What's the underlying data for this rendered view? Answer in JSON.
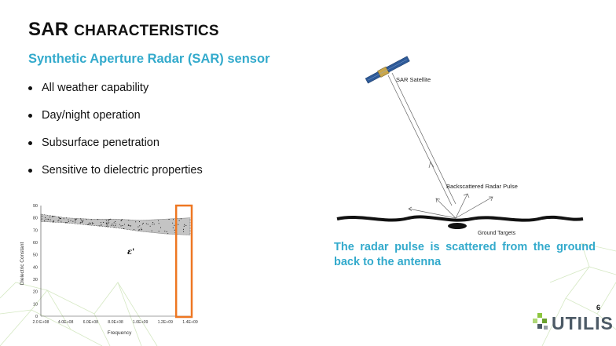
{
  "slide": {
    "title_big": "SAR",
    "title_small": "CHARACTERISTICS",
    "subtitle": "Synthetic Aperture Radar (SAR) sensor",
    "bullets": [
      {
        "label": "All weather capability"
      },
      {
        "label": "Day/night operation"
      },
      {
        "label": "Subsurface penetration"
      },
      {
        "label": "Sensitive to dielectric properties"
      }
    ],
    "caption": "The radar pulse is scattered from the ground back to the antenna",
    "page_number": "6",
    "logo": {
      "text": "UTILIS",
      "icon": "utilis-cross-icon"
    },
    "colors": {
      "accent": "#33aacc",
      "highlight": "#ee7722",
      "logo_green": "#8dc63f",
      "logo_text": "#4c5a66"
    }
  },
  "diagram": {
    "satellite_label": "SAR Satellite",
    "pulse_label": "Backscattered Radar Pulse",
    "targets_label": "Ground Targets"
  },
  "chart_data": {
    "type": "scatter",
    "xlabel": "Frequency",
    "ylabel": "Dielectric Constant",
    "annotation": "ε'",
    "xlim": [
      200000000,
      1400000000
    ],
    "ylim": [
      0,
      90
    ],
    "xticks": [
      200000000,
      400000000,
      600000000,
      800000000,
      1000000000,
      1200000000,
      1400000000
    ],
    "xtick_labels": [
      "2.0 E+08",
      "4.0E+08",
      "6.0E+08",
      "8.0E+08",
      "1.0E+09",
      "1.2E+09",
      "1.4E+09"
    ],
    "yticks": [
      0,
      10,
      20,
      30,
      40,
      50,
      60,
      70,
      80,
      90
    ],
    "ytick_labels": [
      "0",
      "10",
      "20",
      "30",
      "40",
      "50",
      "60",
      "70",
      "80",
      "90"
    ],
    "band_upper": [
      [
        200000000,
        83
      ],
      [
        400000000,
        80
      ],
      [
        600000000,
        79
      ],
      [
        800000000,
        79
      ],
      [
        1000000000,
        78
      ],
      [
        1200000000,
        79
      ],
      [
        1400000000,
        80
      ]
    ],
    "band_lower": [
      [
        200000000,
        77
      ],
      [
        400000000,
        76
      ],
      [
        600000000,
        74
      ],
      [
        800000000,
        72
      ],
      [
        1000000000,
        69
      ],
      [
        1200000000,
        67
      ],
      [
        1400000000,
        66
      ]
    ],
    "highlight_range": [
      1300000000,
      1400000000
    ]
  }
}
